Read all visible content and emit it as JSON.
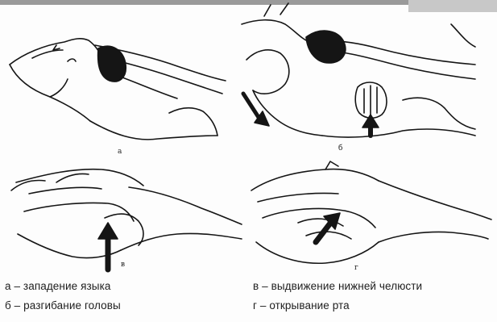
{
  "figure": {
    "panel_letters": {
      "a": "а",
      "b": "б",
      "v": "в",
      "g": "г"
    }
  },
  "captions": {
    "a": "а – западение языка",
    "b": "б – разгибание головы",
    "v": "в – выдвижение нижней челюсти",
    "g": "г – открывание рта"
  },
  "colors": {
    "ink": "#151515",
    "background": "#fdfdfd",
    "frame": "#9a9a9a"
  }
}
